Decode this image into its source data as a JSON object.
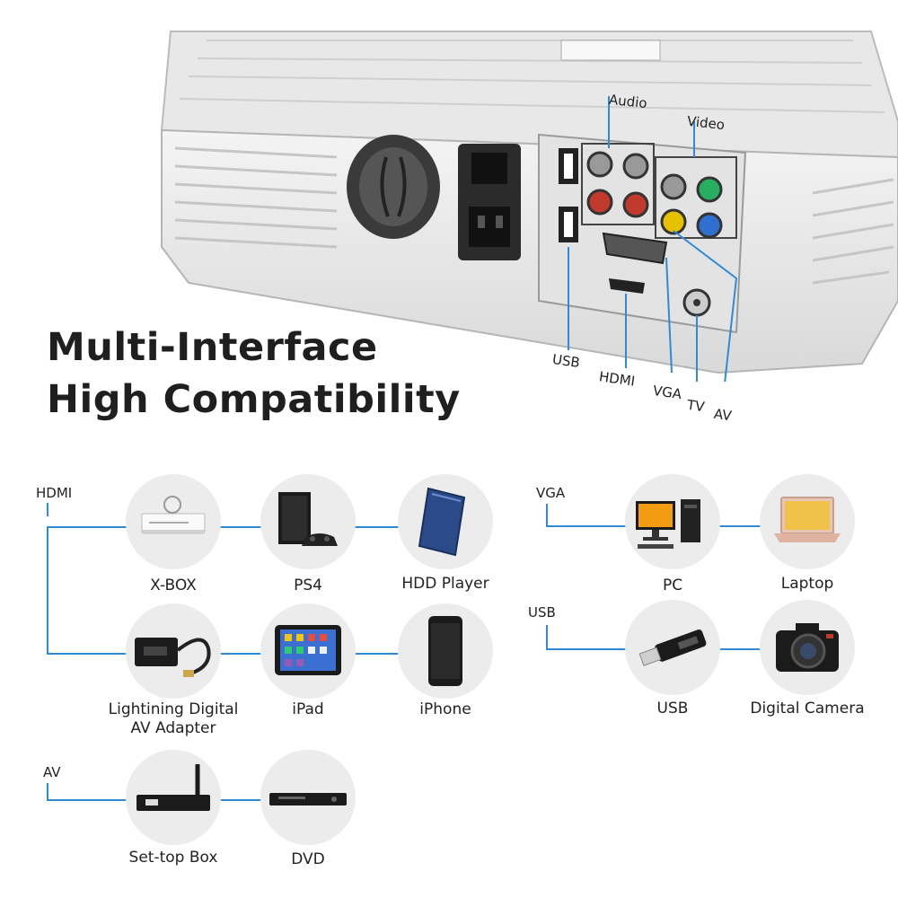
{
  "hero": {
    "title_line1": "Multi-Interface",
    "title_line2": "High Compatibility",
    "panel_labels": {
      "audio": "Audio",
      "video": "Video"
    },
    "ports": {
      "usb": "USB",
      "hdmi": "HDMI",
      "vga": "VGA",
      "tv": "TV",
      "av": "AV"
    }
  },
  "groups": {
    "hdmi": {
      "label": "HDMI",
      "devices": [
        {
          "icon": "xbox-icon",
          "label": "X-BOX"
        },
        {
          "icon": "ps4-icon",
          "label": "PS4"
        },
        {
          "icon": "hdd-player-icon",
          "label": "HDD Player"
        },
        {
          "icon": "av-adapter-icon",
          "label_line1": "Lightining Digital",
          "label_line2": "AV Adapter"
        },
        {
          "icon": "ipad-icon",
          "label": "iPad"
        },
        {
          "icon": "iphone-icon",
          "label": "iPhone"
        }
      ]
    },
    "vga": {
      "label": "VGA",
      "devices": [
        {
          "icon": "pc-icon",
          "label": "PC"
        },
        {
          "icon": "laptop-icon",
          "label": "Laptop"
        }
      ]
    },
    "usb": {
      "label": "USB",
      "devices": [
        {
          "icon": "usb-drive-icon",
          "label": "USB"
        },
        {
          "icon": "camera-icon",
          "label": "Digital Camera"
        }
      ]
    },
    "av": {
      "label": "AV",
      "devices": [
        {
          "icon": "set-top-box-icon",
          "label": "Set-top Box"
        },
        {
          "icon": "dvd-icon",
          "label": "DVD"
        }
      ]
    }
  },
  "colors": {
    "connector": "#2f8bd8",
    "circle": "#ececec",
    "text": "#222222"
  }
}
